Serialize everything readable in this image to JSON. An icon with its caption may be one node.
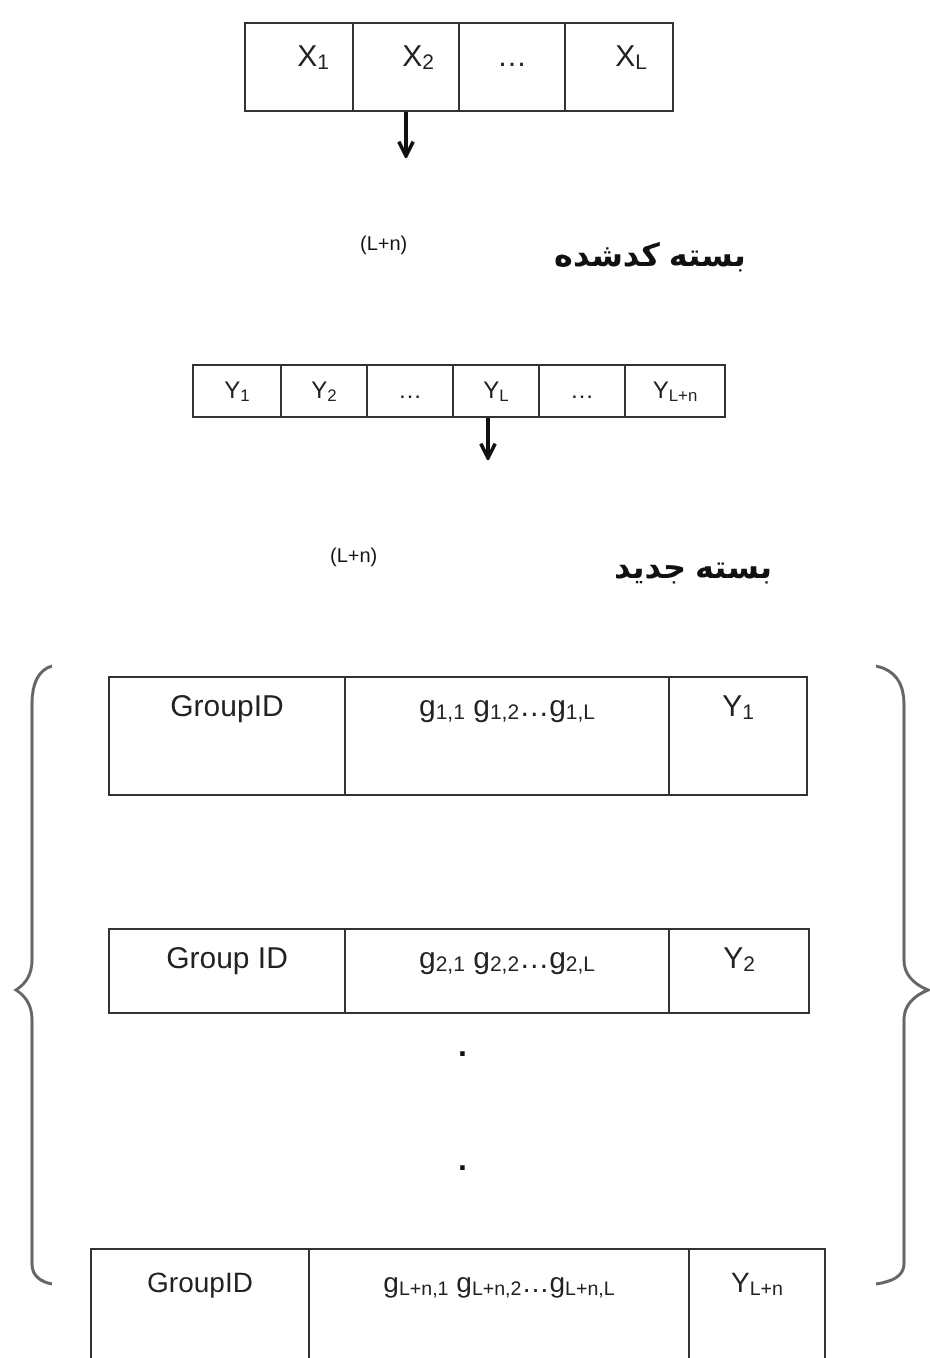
{
  "diagram": {
    "nodes": [
      {
        "text": [],
        "shape": "box"
      },
      {
        "text": [
          "X$_{1}$"
        ],
        "in": 0
      },
      {
        "text": [
          "X$_{2}$"
        ],
        "in": 0
      },
      {
        "text": [
          "…"
        ],
        "in": 0
      },
      {
        "text": [
          "X$_{L}$"
        ],
        "in": 0
      },
      {
        "text": [],
        "shape": "box"
      },
      {
        "text": [
          "Y$_{1}$"
        ],
        "in": 5
      },
      {
        "text": [
          "Y$_{2}$"
        ],
        "in": 5
      },
      {
        "text": [
          "…"
        ],
        "in": 5
      },
      {
        "text": [
          "Y$_{L}$"
        ],
        "in": 5
      },
      {
        "text": [
          "…"
        ],
        "in": 5
      },
      {
        "text": [
          "Y$_{L+n}$"
        ],
        "in": 5
      },
      {
        "text": [],
        "shape": "box"
      },
      {
        "text": [
          "GroupID"
        ],
        "in": 12
      },
      {
        "text": [
          "g$_{1,1}$ g$_{1,2}$…g$_{1,L}$"
        ],
        "in": 12
      },
      {
        "text": [
          "Y$_{1}$"
        ],
        "in": 12
      },
      {
        "text": [],
        "shape": "box"
      },
      {
        "text": [
          "Group ID"
        ],
        "in": 16
      },
      {
        "text": [
          "g$_{2,1}$ g$_{2,2}$…g$_{2,L}$"
        ],
        "in": 16
      },
      {
        "text": [
          "Y$_{2}$"
        ],
        "in": 16
      },
      {
        "text": [],
        "shape": "box"
      },
      {
        "text": [
          "GroupID"
        ],
        "in": 20
      },
      {
        "text": [
          "g$_{L+n,1}$ g$_{L+n,2}$…g$_{L+n,L}$"
        ],
        "in": 20
      },
      {
        "text": [
          "Y$_{L+n}$"
        ],
        "in": 20
      }
    ],
    "edges": [
      {
        "from": 2,
        "to": null,
        "arrow": "to"
      },
      {
        "from": 9,
        "to": null,
        "arrow": "to"
      }
    ],
    "labels": [
      "(L+n)",
      "بسته کدشده",
      "(L+n)",
      "بسته جدید",
      ".",
      "."
    ]
  }
}
